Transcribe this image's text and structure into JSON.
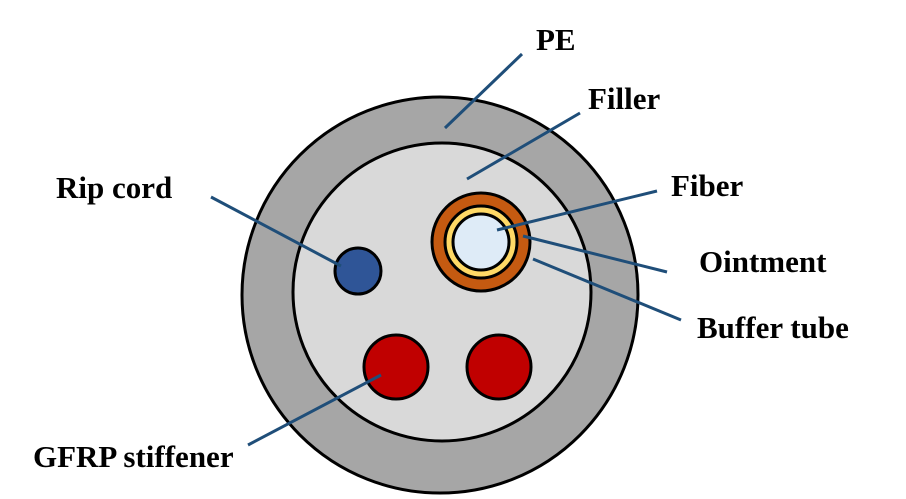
{
  "labels": {
    "pe": "PE",
    "filler": "Filler",
    "fiber": "Fiber",
    "ointment": "Ointment",
    "buffer_tube": "Buffer tube",
    "rip_cord": "Rip cord",
    "gfrp_stiffener": "GFRP stiffener"
  },
  "colors": {
    "pe_jacket": "#a6a6a6",
    "filler": "#d9d9d9",
    "buffer_tube": "#c55a11",
    "ointment": "#ffd966",
    "fiber": "#deebf7",
    "rip_cord": "#2f5597",
    "gfrp_stiffener": "#c00000",
    "leader_line": "#1f4e79",
    "outline": "#000000"
  }
}
